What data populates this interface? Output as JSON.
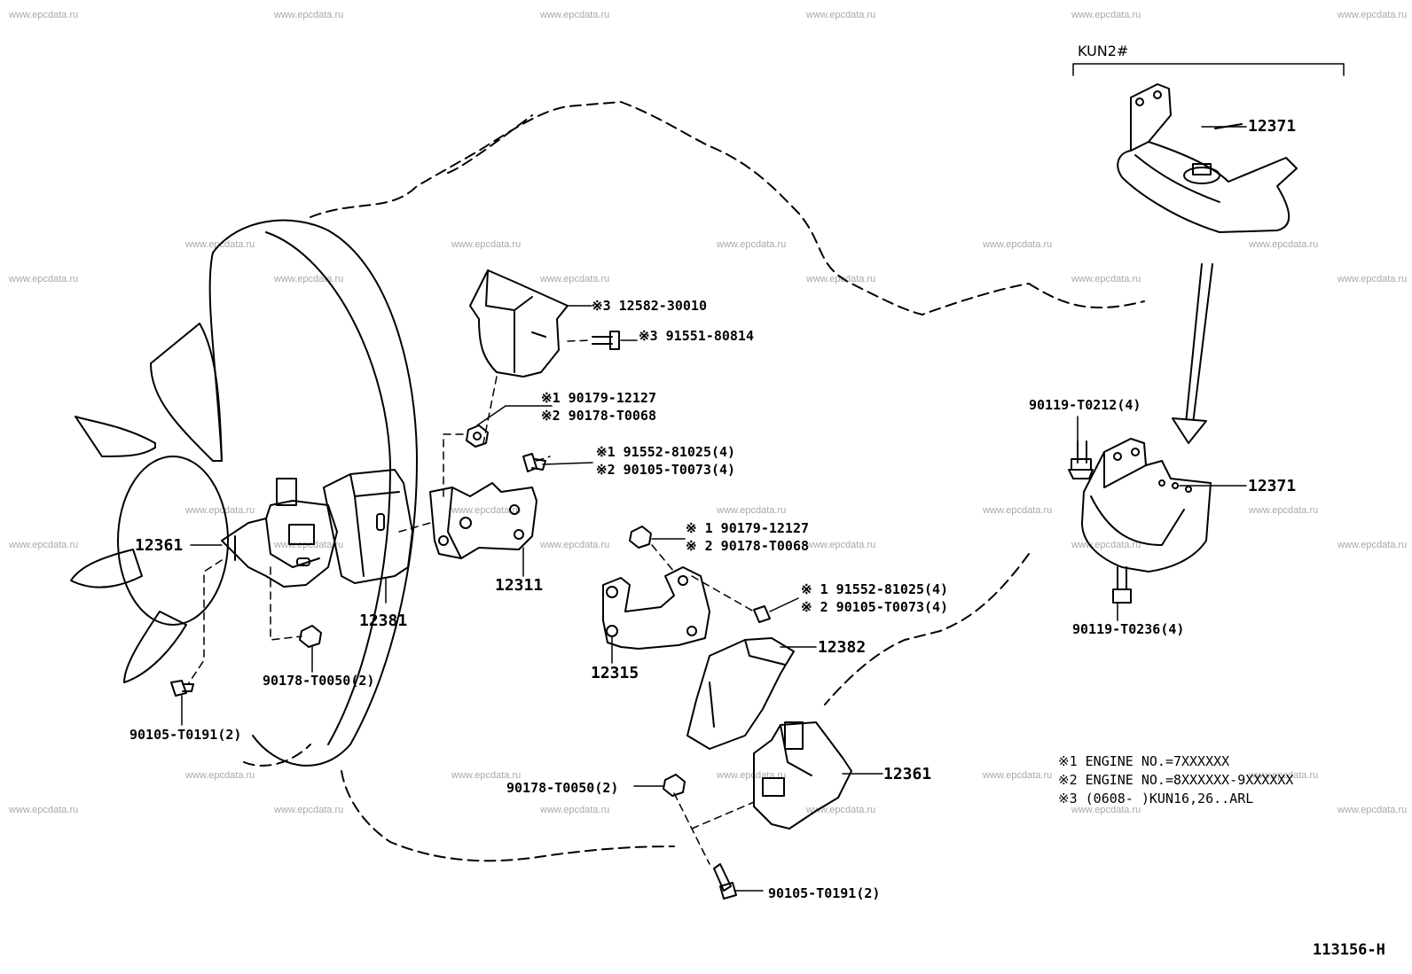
{
  "watermark": "www.epcdata.ru",
  "variant_bracket": "KUN2#",
  "callouts": {
    "p12371_top": "12371",
    "p12371_mid": "12371",
    "b90119_t0212": "90119-T0212(4)",
    "b90119_t0236": "90119-T0236(4)",
    "p12582": "※3 12582-30010",
    "b91551": "※3 91551-80814",
    "n90179_a": "※1 90179-12127",
    "n90178_a": "※2 90178-T0068",
    "b91552_a": "※1 91552-81025(4)",
    "b90105_a": "※2 90105-T0073(4)",
    "p12361_left": "12361",
    "p12381": "12381",
    "p12311": "12311",
    "n90178_t0050_left": "90178-T0050(2)",
    "b90105_t0191_left": "90105-T0191(2)",
    "n90179_b": "※ 1  90179-12127",
    "n90178_b": "※ 2  90178-T0068",
    "b91552_b": "※ 1  91552-81025(4)",
    "b90105_b": "※ 2  90105-T0073(4)",
    "p12315": "12315",
    "p12382": "12382",
    "p12361_right": "12361",
    "n90178_t0050_right": "90178-T0050(2)",
    "b90105_t0191_right": "90105-T0191(2)"
  },
  "notes": [
    "※1 ENGINE NO.=7XXXXXX",
    "※2 ENGINE NO.=8XXXXXX-9XXXXXX",
    "※3 (0608-     )KUN16,26..ARL"
  ],
  "figure_ref": "113156-H"
}
